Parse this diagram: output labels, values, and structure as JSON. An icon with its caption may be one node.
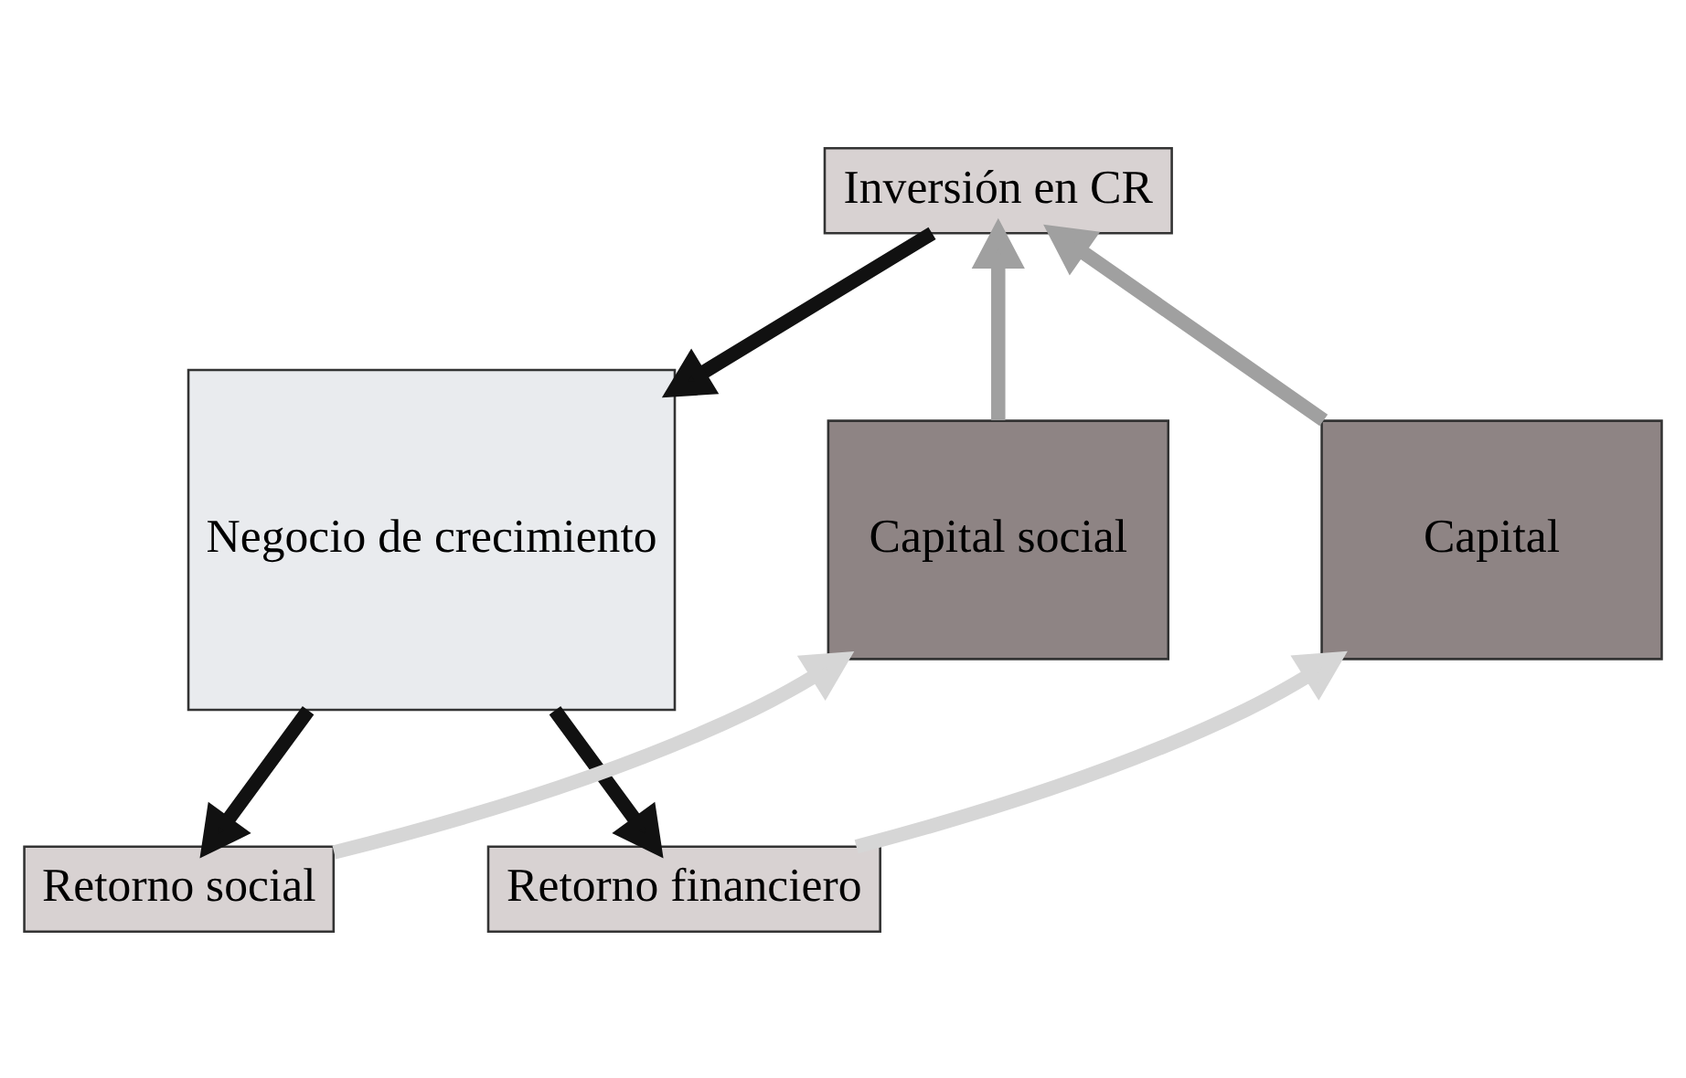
{
  "diagram": {
    "nodes": [
      {
        "text": [
          "Inversión en CR"
        ]
      },
      {
        "text": [
          "Capital social"
        ]
      },
      {
        "text": [
          "Negocio de crecimiento"
        ]
      },
      {
        "text": [
          "Capital"
        ]
      },
      {
        "text": [
          "Retorno social"
        ]
      },
      {
        "text": [
          "Retorno financiero"
        ]
      }
    ],
    "edges": [
      {
        "from": 1,
        "to": 0,
        "arrow": "to",
        "color": "#a0a0a0"
      },
      {
        "from": 3,
        "to": 0,
        "arrow": "to",
        "color": "#a0a0a0"
      },
      {
        "from": 0,
        "to": 2,
        "arrow": "to"
      },
      {
        "from": 2,
        "to": 4,
        "arrow": "to"
      },
      {
        "from": 2,
        "to": 5,
        "arrow": "to"
      },
      {
        "from": 4,
        "to": 1,
        "arrow": "to",
        "color": "#d6d6d6"
      },
      {
        "from": 5,
        "to": 3,
        "arrow": "to",
        "color": "#d6d6d6"
      }
    ]
  }
}
